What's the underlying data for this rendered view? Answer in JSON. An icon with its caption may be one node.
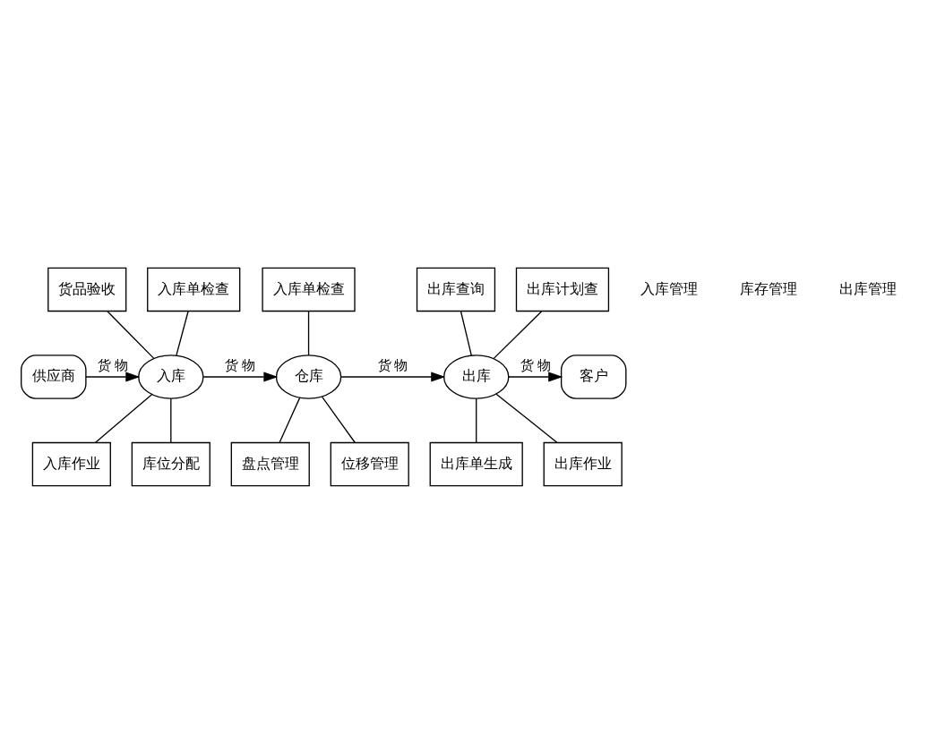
{
  "diagram": {
    "nodes": [
      {
        "text": [
          "货品验收"
        ]
      },
      {
        "text": [
          "入库单检查"
        ]
      },
      {
        "text": [
          "入库单检查"
        ]
      },
      {
        "text": [
          "出库查询"
        ]
      },
      {
        "text": [
          "出库计划查"
        ]
      },
      {
        "text": [
          "供应商"
        ]
      },
      {
        "text": [
          "入库"
        ]
      },
      {
        "text": [
          "仓库"
        ]
      },
      {
        "text": [
          "出库"
        ]
      },
      {
        "text": [
          "客户"
        ]
      },
      {
        "text": [
          "入库作业"
        ]
      },
      {
        "text": [
          "库位分配"
        ]
      },
      {
        "text": [
          "盘点管理"
        ]
      },
      {
        "text": [
          "位移管理"
        ]
      },
      {
        "text": [
          "出库单生成"
        ]
      },
      {
        "text": [
          "出库作业"
        ]
      }
    ],
    "edges": [
      {
        "from": 5,
        "to": 6,
        "arrow": "to",
        "label": "货 物"
      },
      {
        "from": 6,
        "to": 7,
        "arrow": "to",
        "label": "货 物"
      },
      {
        "from": 7,
        "to": 8,
        "arrow": "to",
        "label": "货 物"
      },
      {
        "from": 8,
        "to": 9,
        "arrow": "to",
        "label": "货 物"
      },
      {
        "from": 0,
        "to": 6,
        "arrow": "none"
      },
      {
        "from": 1,
        "to": 6,
        "arrow": "none"
      },
      {
        "from": 2,
        "to": 7,
        "arrow": "none"
      },
      {
        "from": 3,
        "to": 8,
        "arrow": "none"
      },
      {
        "from": 4,
        "to": 8,
        "arrow": "none"
      },
      {
        "from": 6,
        "to": 10,
        "arrow": "none"
      },
      {
        "from": 6,
        "to": 11,
        "arrow": "none"
      },
      {
        "from": 7,
        "to": 12,
        "arrow": "none"
      },
      {
        "from": 7,
        "to": 13,
        "arrow": "none"
      },
      {
        "from": 8,
        "to": 14,
        "arrow": "none"
      },
      {
        "from": 8,
        "to": 15,
        "arrow": "none"
      }
    ],
    "labels": [
      "入库管理",
      "库存管理",
      "出库管理"
    ]
  }
}
